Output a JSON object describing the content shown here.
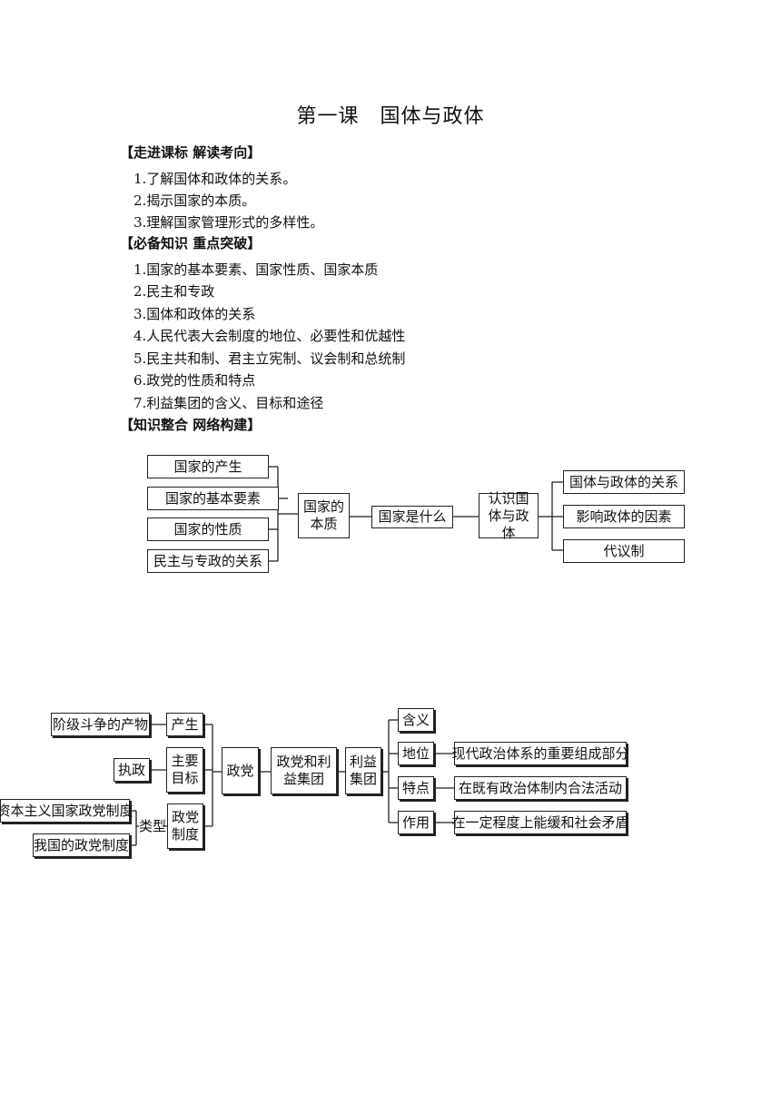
{
  "title": "第一课　国体与政体",
  "sections": {
    "s1": "【走进课标 解读考向】",
    "s2": "【必备知识 重点突破】",
    "s3": "【知识整合 网络构建】"
  },
  "goals": [
    "1.了解国体和政体的关系。",
    "2.揭示国家的本质。",
    "3.理解国家管理形式的多样性。"
  ],
  "knowledge": [
    "1.国家的基本要素、国家性质、国家本质",
    "2.民主和专政",
    "3.国体和政体的关系",
    "4.人民代表大会制度的地位、必要性和优越性",
    "5.民主共和制、君主立宪制、议会制和总统制",
    "6.政党的性质和特点",
    "7.利益集团的含义、目标和途径"
  ],
  "map1": {
    "left": [
      "国家的产生",
      "国家的基本要素",
      "国家的性质",
      "民主与专政的关系"
    ],
    "essence": "国家的本质",
    "center": "国家是什么",
    "know": "认识国体与政体",
    "right": [
      "国体与政体的关系",
      "影响政体的因素",
      "代议制"
    ]
  },
  "map2": {
    "struggle": "阶级斗争的产物",
    "rule": "执政",
    "capitalist": "资本主义国家政党制度",
    "ours": "我国的政党制度",
    "type": "类型",
    "origin": "产生",
    "goal": "主要目标",
    "system": "政党制度",
    "party": "政党",
    "party_group": "政党和利益集团",
    "interest_group": "利益集团",
    "meaning": "含义",
    "status": "地位",
    "feature": "特点",
    "role": "作用",
    "status_text": "现代政治体系的重要组成部分",
    "feature_text": "在既有政治体制内合法活动",
    "role_text": "在一定程度上能缓和社会矛盾"
  }
}
